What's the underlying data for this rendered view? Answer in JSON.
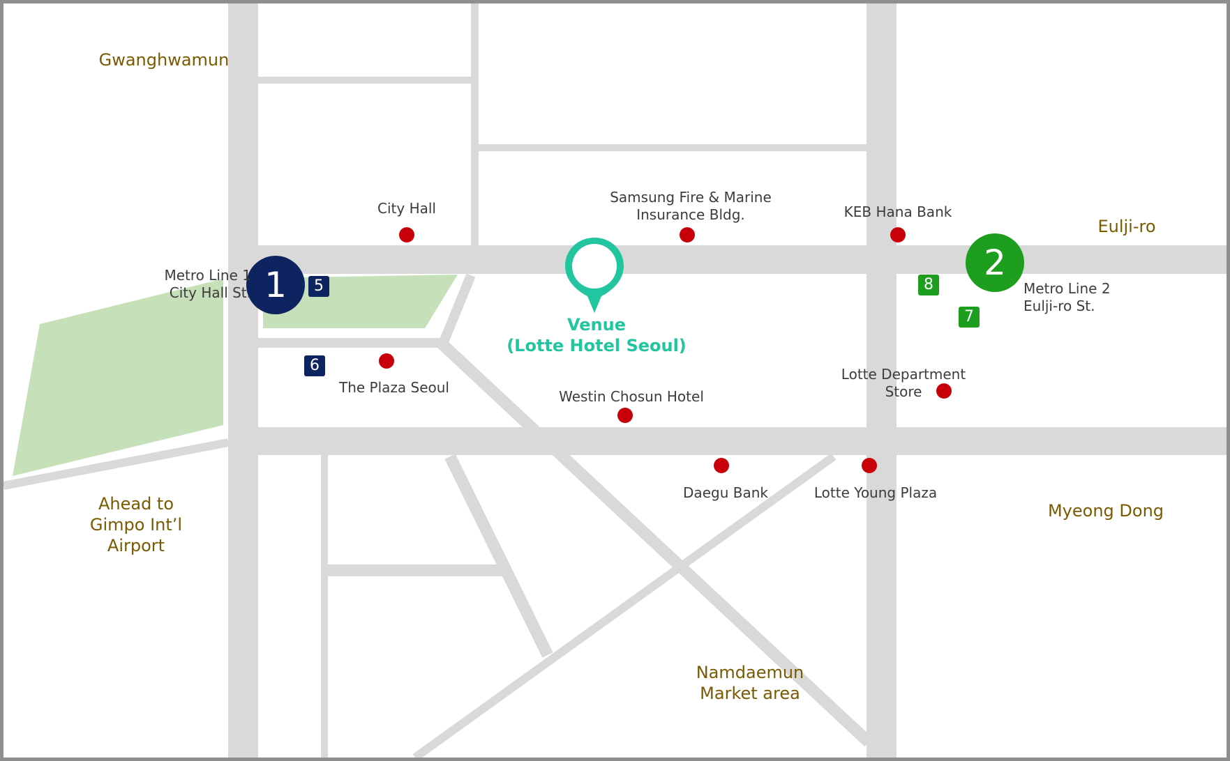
{
  "colors": {
    "road": "#d9d9d9",
    "park": "#c6e0b9",
    "poi_marker": "#c8000a",
    "line1": "#0d2461",
    "line2": "#1e9e1e",
    "venue": "#21c5a0",
    "area_text": "#7a5a00",
    "poi_text": "#3c3c3c",
    "frame_border": "#8f8f8f"
  },
  "areas": {
    "gwanghwamun": "Gwanghwamun",
    "eulji_ro": "Eulji-ro",
    "airport_line1": "Ahead to",
    "airport_line2": "Gimpo Int’l",
    "airport_line3": "Airport",
    "myeong_dong": "Myeong Dong",
    "namdaemun_line1": "Namdaemun",
    "namdaemun_line2": "Market area"
  },
  "pois": {
    "city_hall": "City Hall",
    "samsung_line1": "Samsung Fire & Marine",
    "samsung_line2": "Insurance Bldg.",
    "keb_hana": "KEB Hana Bank",
    "plaza_seoul": "The Plaza Seoul",
    "westin": "Westin Chosun Hotel",
    "lotte_dept_line1": "Lotte Department",
    "lotte_dept_line2": "Store",
    "daegu_bank": "Daegu Bank",
    "lotte_young": "Lotte Young Plaza"
  },
  "metro": {
    "line1": {
      "number": "1",
      "label_line1": "Metro Line 1",
      "label_line2": "City Hall St.",
      "exits": [
        "5",
        "6"
      ]
    },
    "line2": {
      "number": "2",
      "label_line1": "Metro Line 2",
      "label_line2": "Eulji-ro St.",
      "exits": [
        "8",
        "7"
      ]
    }
  },
  "venue": {
    "name": "Venue",
    "detail": "(Lotte Hotel Seoul)",
    "icon": "location-pin-icon"
  }
}
